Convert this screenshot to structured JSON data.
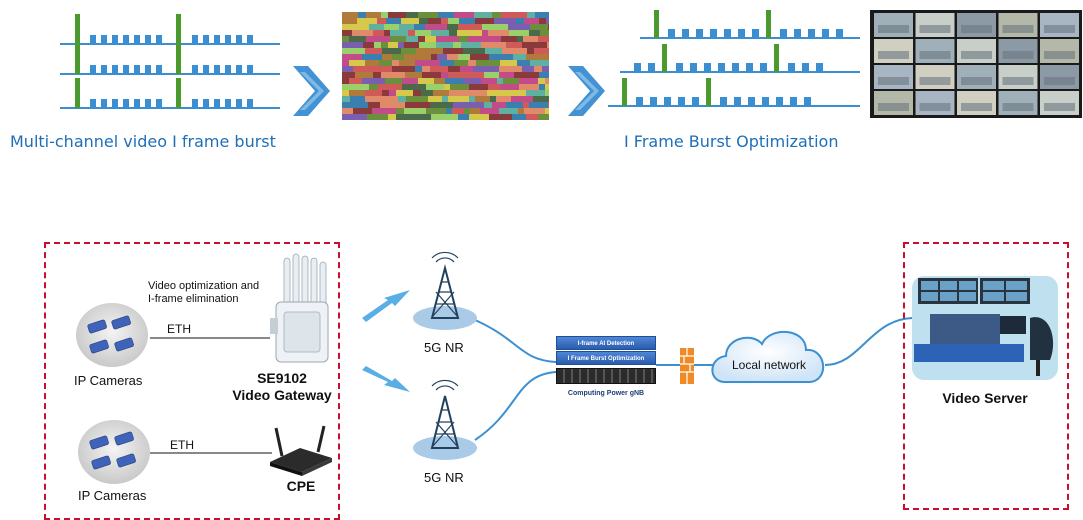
{
  "top": {
    "caption_left": "Multi-channel video I frame burst",
    "caption_right": "I Frame Burst Optimization"
  },
  "network": {
    "cameras_1_label": "IP Cameras",
    "cameras_2_label": "IP Cameras",
    "eth_1": "ETH",
    "eth_2": "ETH",
    "gateway_note_line1": "Video optimization and",
    "gateway_note_line2": "I-frame elimination",
    "gateway_name": "SE9102",
    "gateway_type": "Video Gateway",
    "cpe_label": "CPE",
    "tower_1_label": "5G NR",
    "tower_2_label": "5G NR",
    "gnb_layer_1": "I-frame AI Detection",
    "gnb_layer_2": "I Frame Burst Optimization",
    "gnb_caption": "Computing Power gNB",
    "cloud_label": "Local network",
    "server_label": "Video Server"
  },
  "colors": {
    "accent_blue": "#1e6fb8",
    "bar_blue": "#3b8fd0",
    "bar_green": "#4a9a2e",
    "dash_red": "#c8102e",
    "link_blue": "#3c8fd0"
  }
}
